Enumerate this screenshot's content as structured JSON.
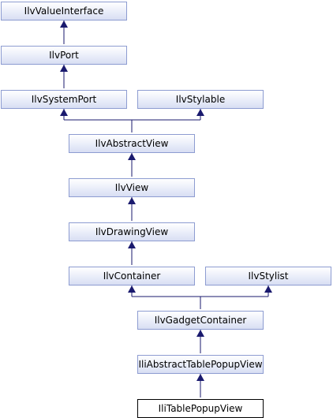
{
  "diagram": {
    "nodes": {
      "value_interface": "IlvValueInterface",
      "port": "IlvPort",
      "system_port": "IlvSystemPort",
      "stylable": "IlvStylable",
      "abstract_view": "IlvAbstractView",
      "view": "IlvView",
      "drawing_view": "IlvDrawingView",
      "container": "IlvContainer",
      "stylist": "IlvStylist",
      "gadget_container": "IlvGadgetContainer",
      "abstract_table_popup_view": "IliAbstractTablePopupView",
      "table_popup_view": "IliTablePopupView"
    },
    "colors": {
      "node_border": "#8d9cd1",
      "edge": "#1a1a6e",
      "current_border": "#000000"
    }
  }
}
